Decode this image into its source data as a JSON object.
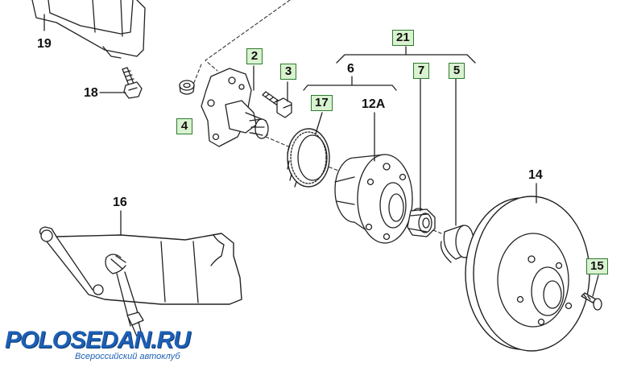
{
  "diagram": {
    "labels": {
      "p2": "2",
      "p3": "3",
      "p4": "4",
      "p5": "5",
      "p6": "6",
      "p7": "7",
      "p12a": "12A",
      "p14": "14",
      "p15": "15",
      "p16": "16",
      "p17": "17",
      "p18": "18",
      "p19": "19",
      "p21": "21"
    },
    "boxed_color": "#d9f2d0",
    "box_border_color": "#2f7a2f"
  },
  "watermark": {
    "brand": "POLOSEDAN.RU",
    "slogan": "Всероссийский автоклуб",
    "color": "#1c5fb5"
  }
}
